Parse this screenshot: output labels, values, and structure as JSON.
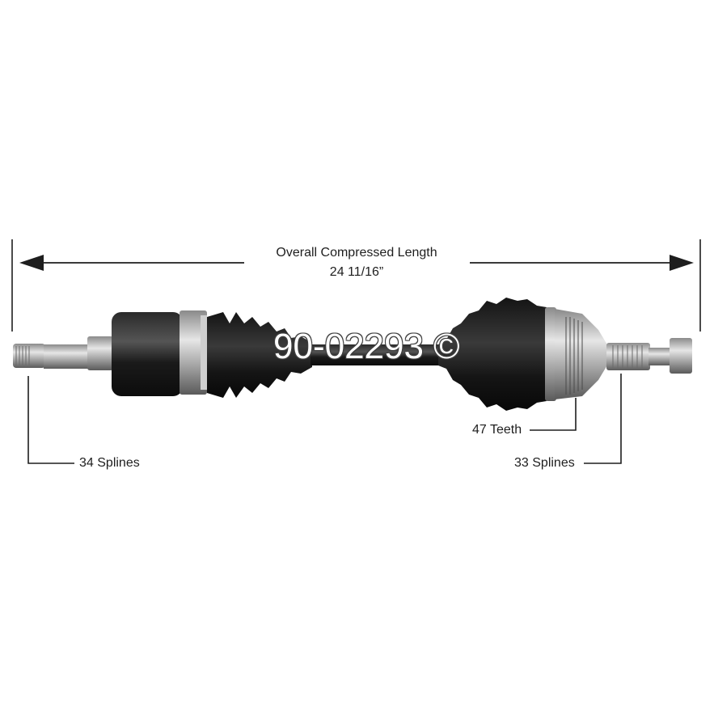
{
  "dimension": {
    "title": "Overall Compressed Length",
    "value": "24 11/16”"
  },
  "callouts": {
    "left_splines": "34 Splines",
    "teeth": "47 Teeth",
    "right_splines": "33 Splines"
  },
  "watermark": "90-02293 ©",
  "colors": {
    "line": "#1e1e1e",
    "boot": "#1c1c1c",
    "metal": "#b8b8b8"
  }
}
